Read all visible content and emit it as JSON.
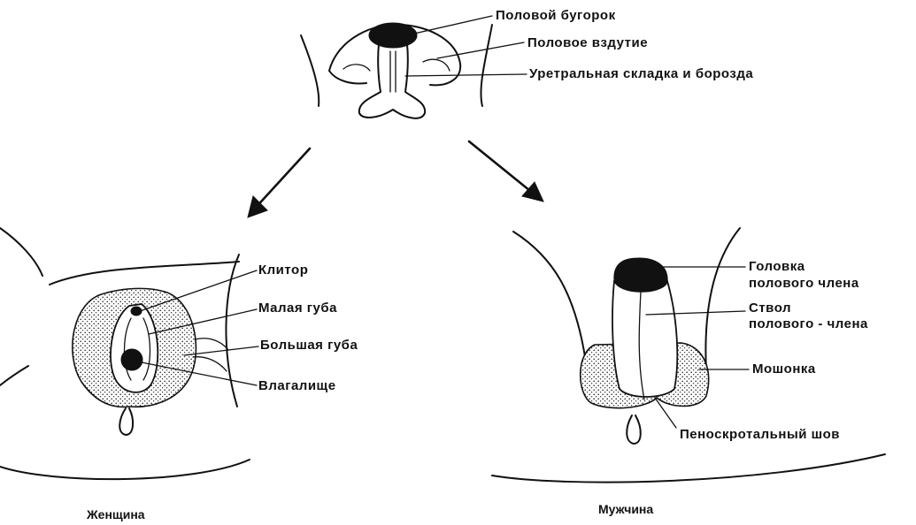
{
  "colors": {
    "ink": "#111111",
    "background": "#ffffff"
  },
  "top": {
    "labels": {
      "genital_tubercle": "Половой бугорок",
      "genital_swelling": "Половое вздутие",
      "urethral_fold": "Уретральная складка и борозда"
    }
  },
  "female": {
    "caption": "Женщина",
    "labels": {
      "clitoris": "Клитор",
      "labia_minora": "Малая губа",
      "labia_majora": "Большая губа",
      "vagina": "Влагалище"
    }
  },
  "male": {
    "caption": "Мужчина",
    "labels": {
      "glans_line1": "Головка",
      "glans_line2": "полового члена",
      "shaft_line1": "Ствол",
      "shaft_line2": "полового - члена",
      "scrotum": "Мошонка",
      "penoscrotal_raphe": "Пеноскротальный шов"
    }
  }
}
